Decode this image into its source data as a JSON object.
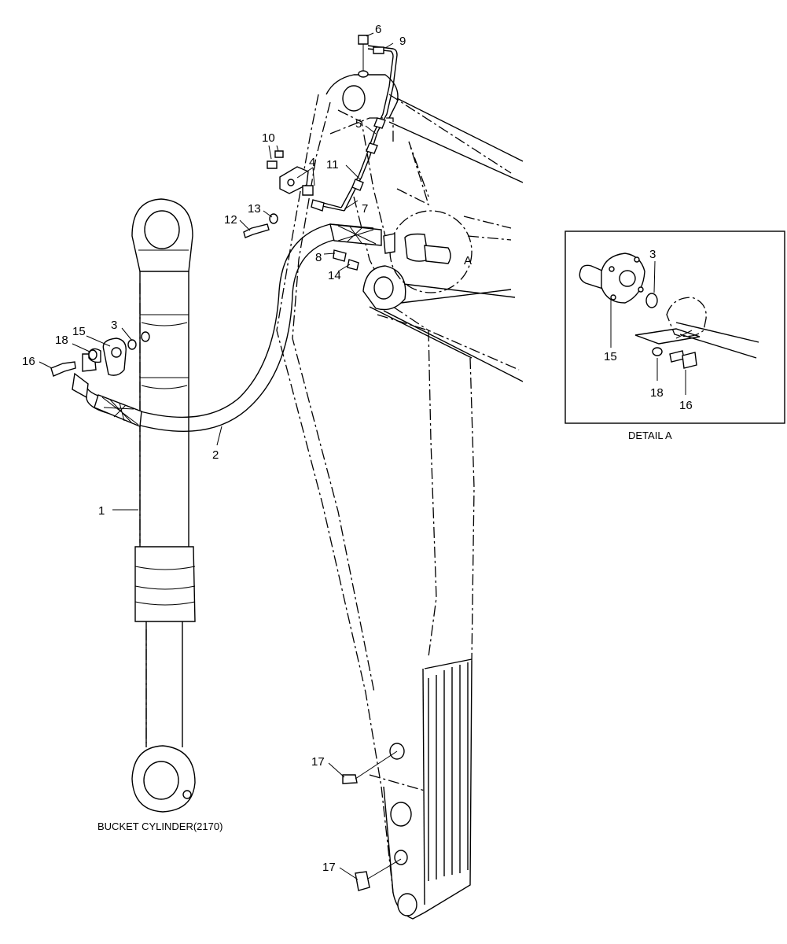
{
  "diagram": {
    "callouts": [
      {
        "id": "c1",
        "text": "1"
      },
      {
        "id": "c2",
        "text": "2"
      },
      {
        "id": "c3",
        "text": "3"
      },
      {
        "id": "c4",
        "text": "4"
      },
      {
        "id": "c5",
        "text": "5"
      },
      {
        "id": "c6",
        "text": "6"
      },
      {
        "id": "c7",
        "text": "7"
      },
      {
        "id": "c8",
        "text": "8"
      },
      {
        "id": "c9",
        "text": "9"
      },
      {
        "id": "c10",
        "text": "10"
      },
      {
        "id": "c11",
        "text": "11"
      },
      {
        "id": "c12",
        "text": "12"
      },
      {
        "id": "c13",
        "text": "13"
      },
      {
        "id": "c14",
        "text": "14"
      },
      {
        "id": "c15",
        "text": "15"
      },
      {
        "id": "c16",
        "text": "16"
      },
      {
        "id": "c17a",
        "text": "17"
      },
      {
        "id": "c17b",
        "text": "17"
      },
      {
        "id": "c18",
        "text": "18"
      },
      {
        "id": "d3",
        "text": "3"
      },
      {
        "id": "d15",
        "text": "15"
      },
      {
        "id": "d18",
        "text": "18"
      },
      {
        "id": "d16",
        "text": "16"
      }
    ],
    "detail_marker": "A",
    "detail_caption": "DETAIL  A",
    "cylinder_caption": "BUCKET CYLINDER(2170)"
  }
}
